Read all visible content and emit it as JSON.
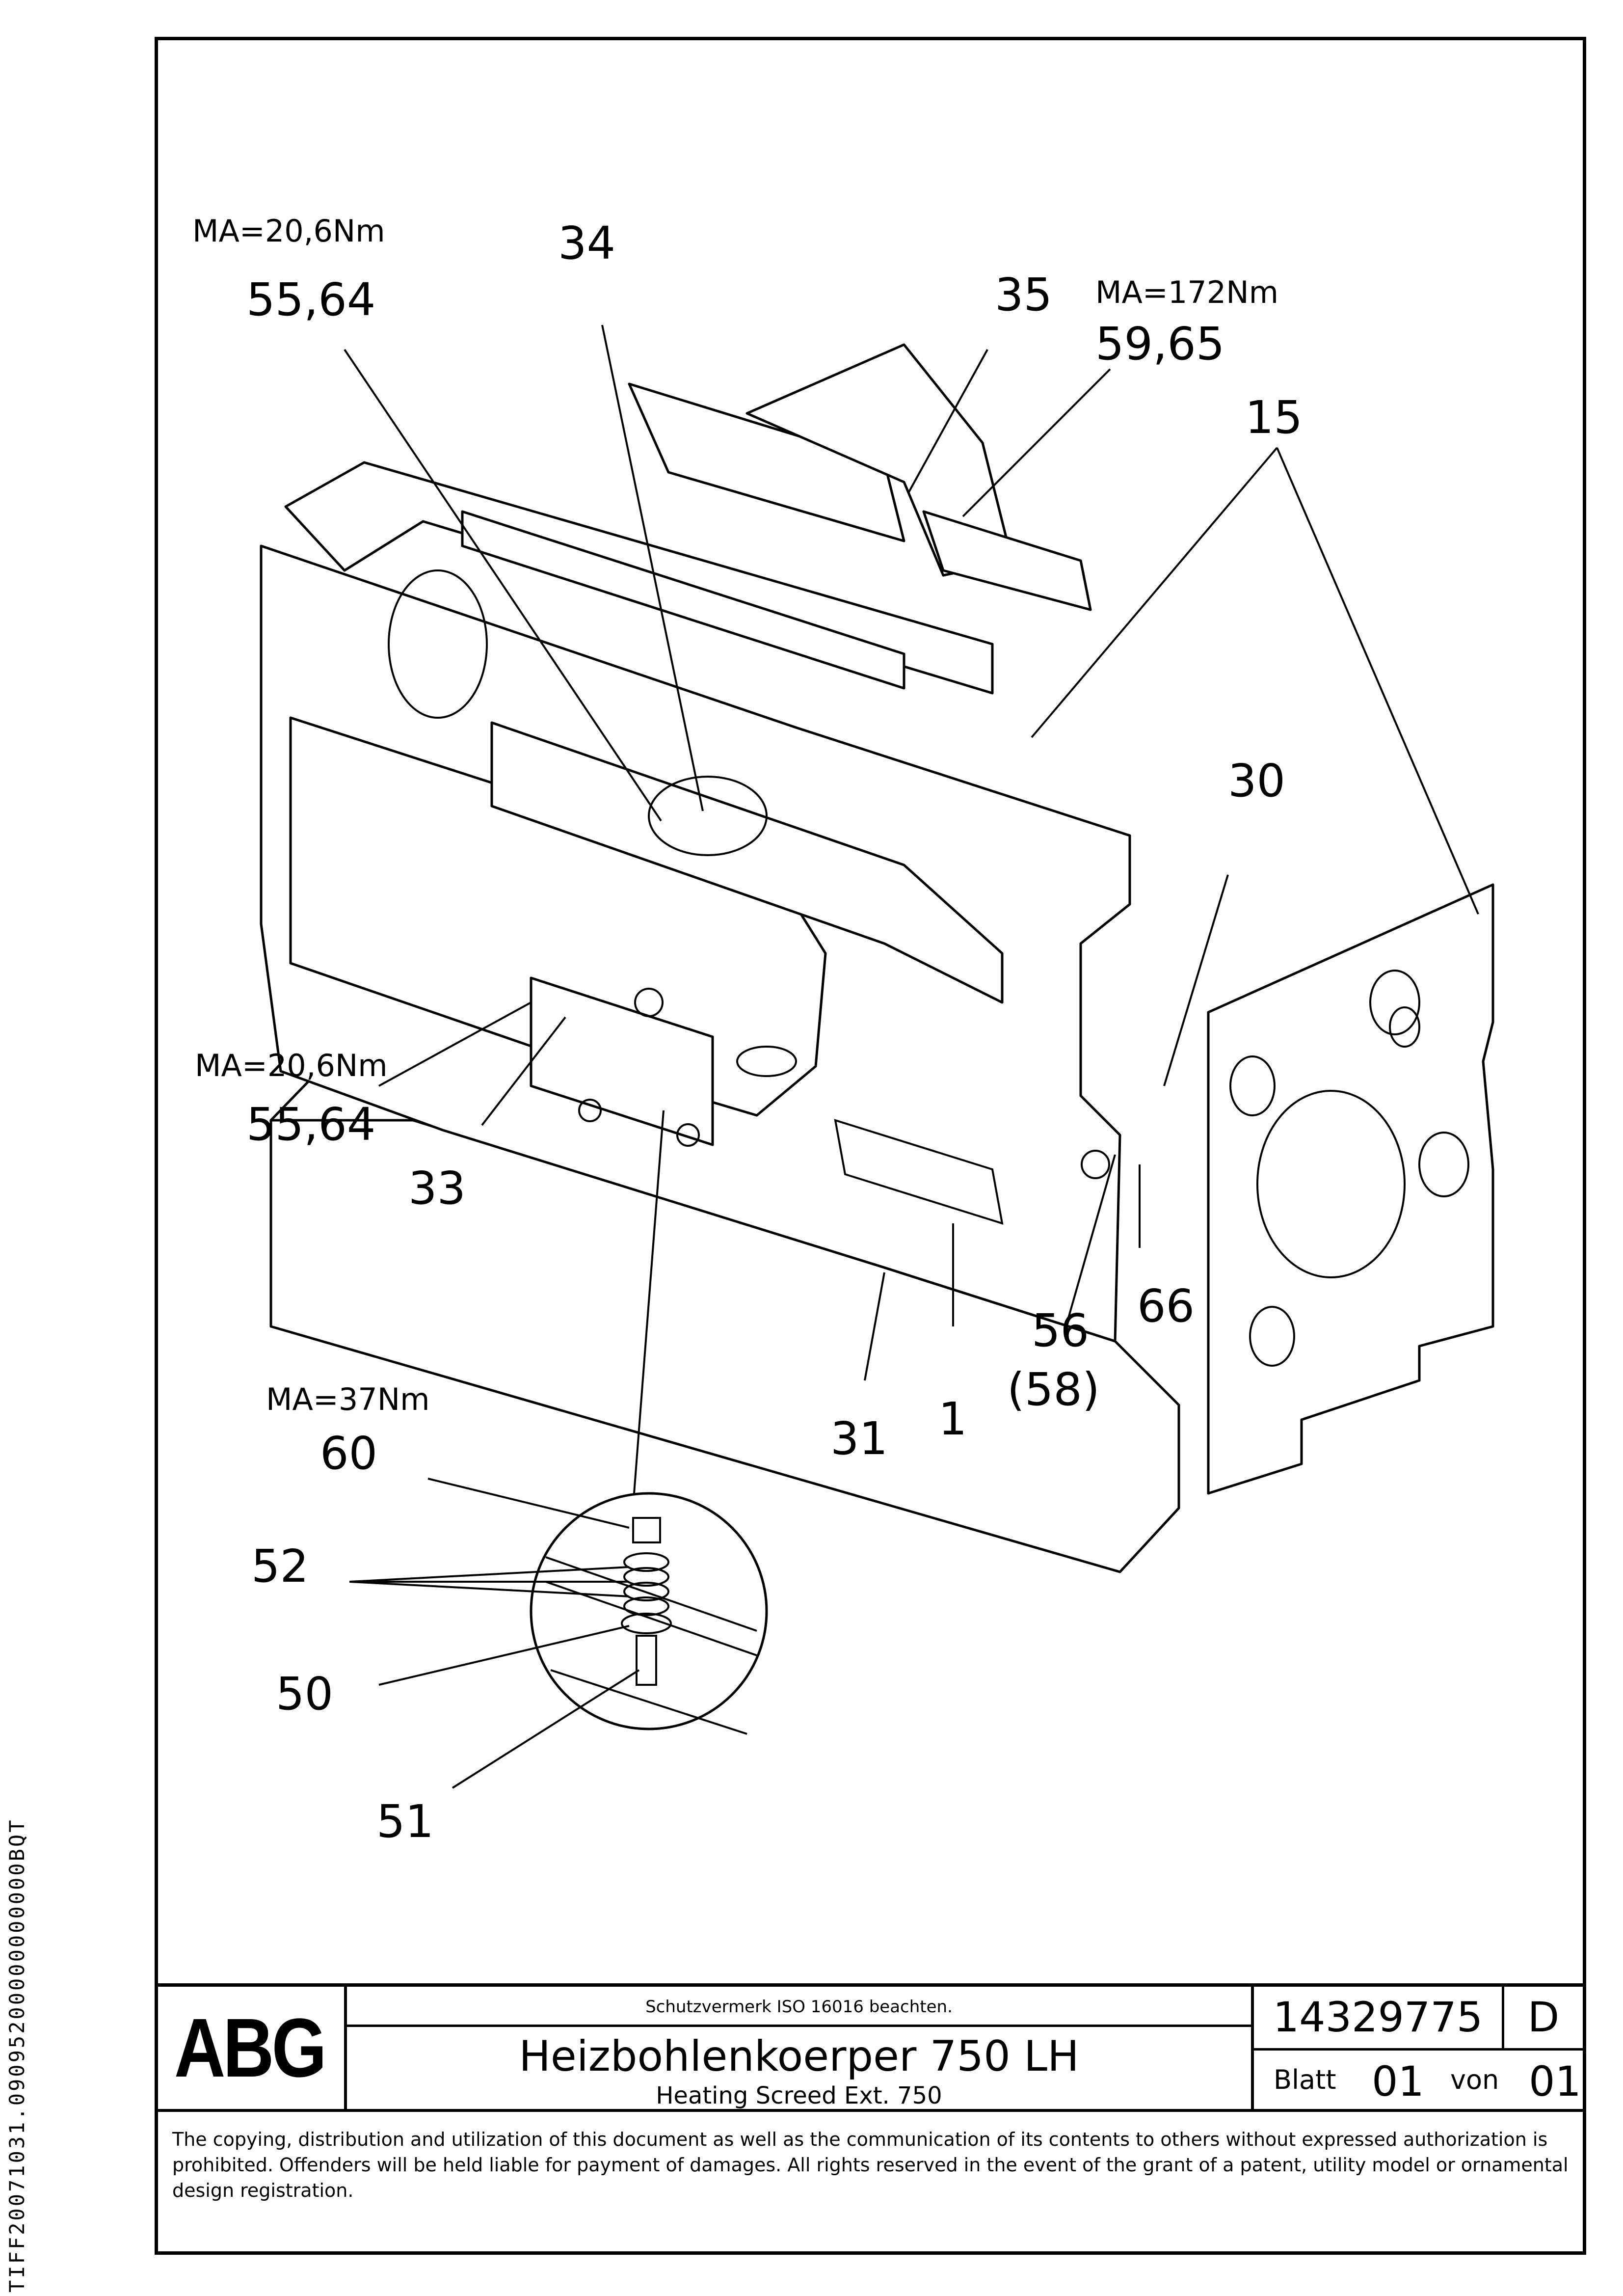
{
  "side_code": "TIFF20071031.09095200000000000BQT",
  "callouts": {
    "ma1": "MA=20,6Nm",
    "p5564a": "55,64",
    "p34": "34",
    "p35": "35",
    "ma2": "MA=172Nm",
    "p5965": "59,65",
    "p15": "15",
    "p30": "30",
    "ma3": "MA=20,6Nm",
    "p5564b": "55,64",
    "p33": "33",
    "p56": "56",
    "p58": "(58)",
    "p66": "66",
    "p1": "1",
    "p31": "31",
    "ma4": "MA=37Nm",
    "p60": "60",
    "p52": "52",
    "p50": "50",
    "p51": "51"
  },
  "title_block": {
    "logo": "ABG",
    "notice": "Schutzvermerk ISO 16016 beachten.",
    "title": "Heizbohlenkoerper 750 LH",
    "subtitle": "Heating Screed Ext. 750",
    "doc_number": "14329775",
    "revision": "D",
    "sheet_label": "Blatt",
    "sheet_value": "01",
    "of_label": "von",
    "of_value": "01"
  },
  "copyright": "The copying, distribution and utilization of this document as well as the communication of its contents to others without expressed authorization is prohibited. Offenders will be held liable for payment of damages. All rights reserved in the event of the grant of a patent, utility model or ornamental design registration."
}
